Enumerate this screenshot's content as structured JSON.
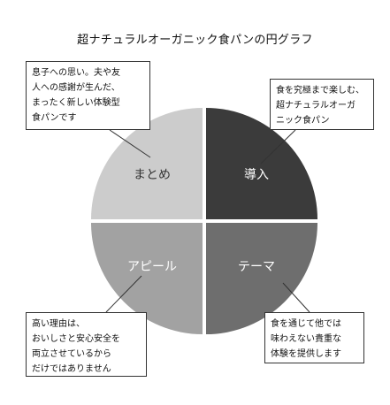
{
  "title": "超ナチュラルオーガニック食パンの円グラフ",
  "quadrants": [
    {
      "label": "導入",
      "color": "#3b3b3b",
      "text_color": "#ffffff"
    },
    {
      "label": "テーマ",
      "color": "#6e6e6e",
      "text_color": "#ffffff"
    },
    {
      "label": "アピール",
      "color": "#a2a2a2",
      "text_color": "#ffffff"
    },
    {
      "label": "まとめ",
      "color": "#cccccc",
      "text_color": "#333333"
    }
  ],
  "callouts": {
    "top_left": "息子への思い。夫や友\n人への感謝が生んだ、\nまったく新しい体験型\n食パンです",
    "top_right": "食を究極まで楽しむ、\n超ナチュラルオーガ\nニック食パン",
    "bottom_left": "高い理由は、\nおいしさと安心安全を\n両立させているから\nだけではありません",
    "bottom_right": "食を通じて他では\n味わえない貴重な\n体験を提供します"
  }
}
